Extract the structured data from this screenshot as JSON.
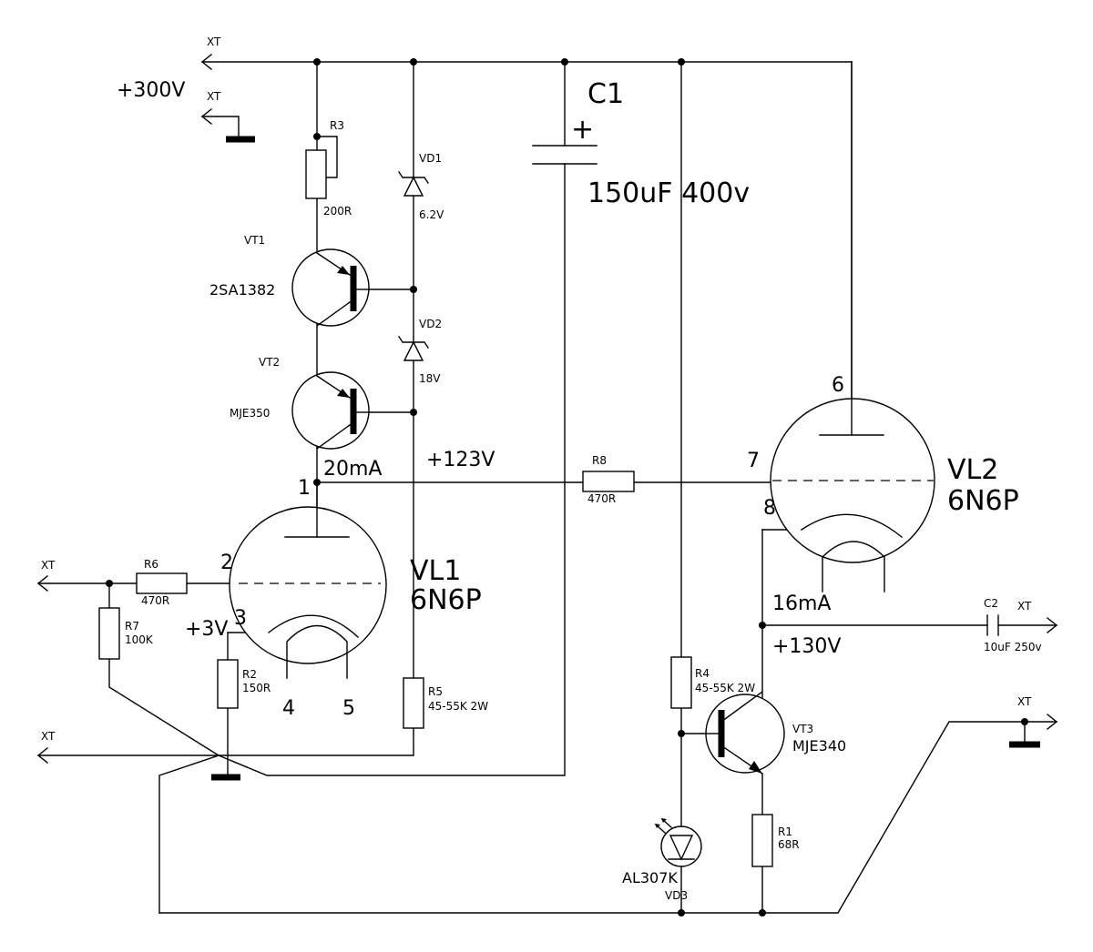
{
  "connectors": {
    "xt": "XT"
  },
  "supply": {
    "voltage": "+300V"
  },
  "c1": {
    "ref": "C1",
    "plus": "+",
    "value": "150uF 400v"
  },
  "r3": {
    "ref": "R3",
    "value": "200R"
  },
  "vd1": {
    "ref": "VD1",
    "value": "6.2V"
  },
  "vd2": {
    "ref": "VD2",
    "value": "18V"
  },
  "vt1": {
    "ref": "VT1",
    "part": "2SA1382"
  },
  "vt2": {
    "ref": "VT2",
    "part": "MJE350"
  },
  "measurements": {
    "current_vl1": "20mA",
    "voltage_node": "+123V",
    "current_vl2": "16mA",
    "voltage_out": "+130V",
    "bias": "+3V"
  },
  "r8": {
    "ref": "R8",
    "value": "470R"
  },
  "vl1": {
    "ref": "VL1",
    "tube": "6N6P",
    "pins": [
      "1",
      "2",
      "3",
      "4",
      "5"
    ]
  },
  "vl2": {
    "ref": "VL2",
    "tube": "6N6P",
    "pins": [
      "6",
      "7",
      "8"
    ]
  },
  "r6": {
    "ref": "R6",
    "value": "470R"
  },
  "r7": {
    "ref": "R7",
    "value": "100K"
  },
  "r2": {
    "ref": "R2",
    "value": "150R"
  },
  "r5": {
    "ref": "R5",
    "value": "45-55K 2W"
  },
  "r4": {
    "ref": "R4",
    "value": "45-55K 2W"
  },
  "vt3": {
    "ref": "VT3",
    "part": "MJE340"
  },
  "r1": {
    "ref": "R1",
    "value": "68R"
  },
  "c2": {
    "ref": "C2",
    "value": "10uF 250v"
  },
  "vd3": {
    "part": "AL307K",
    "ref": "VD3"
  }
}
